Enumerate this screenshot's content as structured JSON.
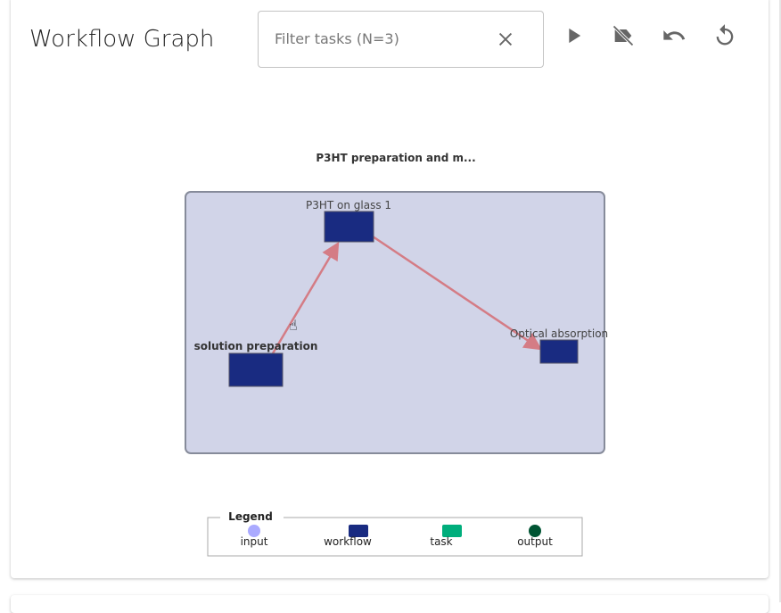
{
  "header": {
    "title": "Workflow Graph",
    "filter_placeholder": "Filter tasks (N=3)"
  },
  "toolbar": {
    "icons": [
      "play-icon",
      "hide-label-icon",
      "undo-icon",
      "reset-icon"
    ]
  },
  "graph": {
    "group_title": "P3HT preparation and m...",
    "nodes": [
      {
        "label": "P3HT on glass 1"
      },
      {
        "label": "solution preparation"
      },
      {
        "label": "Optical absorption"
      }
    ],
    "edges": [
      [
        "solution preparation",
        "P3HT on glass 1"
      ],
      [
        "P3HT on glass 1",
        "Optical absorption"
      ]
    ]
  },
  "legend": {
    "title": "Legend",
    "items": [
      {
        "label": "input",
        "color": "#aaaaff"
      },
      {
        "label": "workflow",
        "color": "#192b81"
      },
      {
        "label": "task",
        "color": "#00ae7c"
      },
      {
        "label": "output",
        "color": "#005433"
      }
    ]
  }
}
